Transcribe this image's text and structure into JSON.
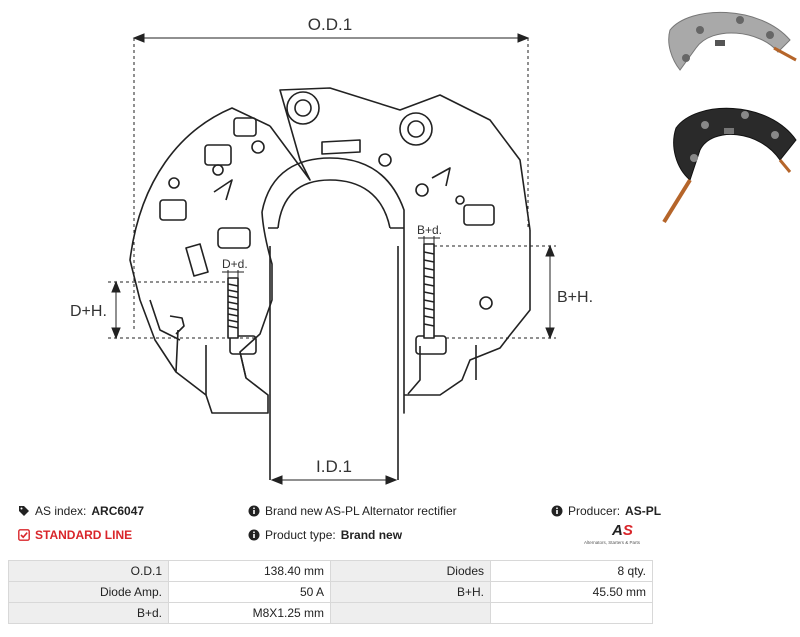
{
  "drawing": {
    "od_label": "O.D.1",
    "id_label": "I.D.1",
    "dh_label": "D+H.",
    "bh_label": "B+H.",
    "dd_label": "D+d.",
    "bd_label": "B+d."
  },
  "info": {
    "as_index_label": "AS index:",
    "as_index_value": "ARC6047",
    "description": "Brand new AS-PL Alternator rectifier",
    "producer_label": "Producer:",
    "producer_value": "AS-PL",
    "line_label": "STANDARD LINE",
    "product_type_label": "Product type:",
    "product_type_value": "Brand new",
    "logo_text": "AS",
    "logo_tagline": "Alternators, Starters & Parts",
    "accent_color": "#d9252a"
  },
  "specs": [
    {
      "l1": "O.D.1",
      "v1": "138.40 mm",
      "l2": "Diodes",
      "v2": "8 qty."
    },
    {
      "l1": "Diode Amp.",
      "v1": "50 A",
      "l2": "B+H.",
      "v2": "45.50 mm"
    },
    {
      "l1": "B+d.",
      "v1": "M8X1.25 mm",
      "l2": "",
      "v2": ""
    }
  ]
}
